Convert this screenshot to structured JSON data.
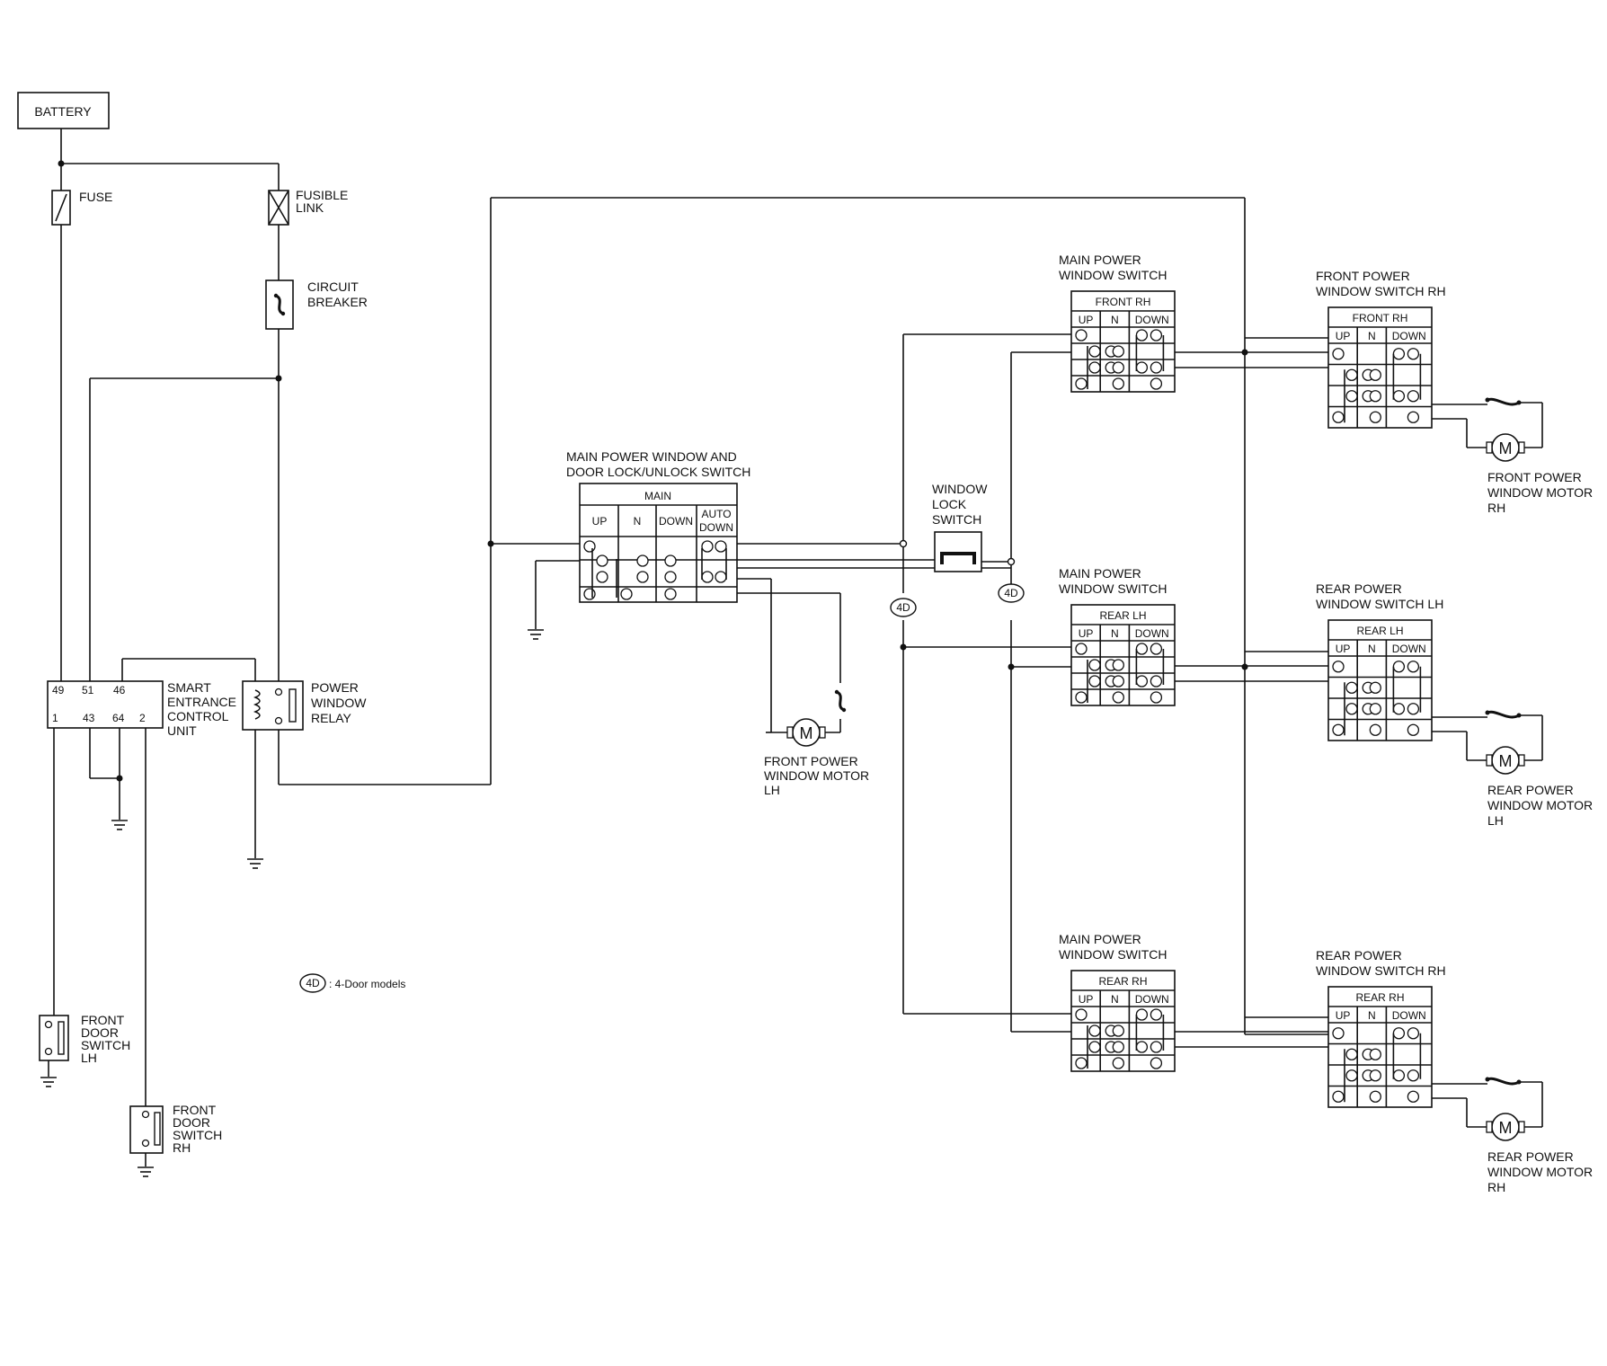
{
  "battery": "BATTERY",
  "fuse": "FUSE",
  "fusible_link": [
    "FUSIBLE",
    "LINK"
  ],
  "circuit_breaker": [
    "CIRCUIT",
    "BREAKER"
  ],
  "power_window_relay": [
    "POWER",
    "WINDOW",
    "RELAY"
  ],
  "control_unit": {
    "label": [
      "SMART",
      "ENTRANCE",
      "CONTROL",
      "UNIT"
    ],
    "pins_top": [
      "49",
      "51",
      "46"
    ],
    "pins_bottom": [
      "1",
      "43",
      "64",
      "2"
    ]
  },
  "front_door_switch_lh": [
    "FRONT",
    "DOOR",
    "SWITCH",
    "LH"
  ],
  "front_door_switch_rh": [
    "FRONT",
    "DOOR",
    "SWITCH",
    "RH"
  ],
  "legend": {
    "badge": "4D",
    "text": ": 4-Door models"
  },
  "main_switch": {
    "title": [
      "MAIN POWER WINDOW AND",
      "DOOR LOCK/UNLOCK SWITCH"
    ],
    "header": "MAIN",
    "cols": [
      "UP",
      "N",
      "DOWN",
      "AUTO",
      "DOWN"
    ]
  },
  "front_motor_lh": [
    "FRONT POWER",
    "WINDOW MOTOR",
    "LH"
  ],
  "window_lock_switch": [
    "WINDOW",
    "LOCK",
    "SWITCH"
  ],
  "badge_4d": "4D",
  "sub_main": [
    {
      "title": [
        "MAIN POWER",
        "WINDOW SWITCH"
      ],
      "header": "FRONT RH",
      "cols": [
        "UP",
        "N",
        "DOWN"
      ]
    },
    {
      "title": [
        "MAIN POWER",
        "WINDOW SWITCH"
      ],
      "header": "REAR LH",
      "cols": [
        "UP",
        "N",
        "DOWN"
      ]
    },
    {
      "title": [
        "MAIN POWER",
        "WINDOW SWITCH"
      ],
      "header": "REAR RH",
      "cols": [
        "UP",
        "N",
        "DOWN"
      ]
    }
  ],
  "door_switches": [
    {
      "title": [
        "FRONT POWER",
        "WINDOW SWITCH RH"
      ],
      "header": "FRONT RH",
      "cols": [
        "UP",
        "N",
        "DOWN"
      ]
    },
    {
      "title": [
        "REAR POWER",
        "WINDOW SWITCH LH"
      ],
      "header": "REAR LH",
      "cols": [
        "UP",
        "N",
        "DOWN"
      ]
    },
    {
      "title": [
        "REAR POWER",
        "WINDOW SWITCH RH"
      ],
      "header": "REAR RH",
      "cols": [
        "UP",
        "N",
        "DOWN"
      ]
    }
  ],
  "motors": [
    [
      "FRONT POWER",
      "WINDOW MOTOR",
      "RH"
    ],
    [
      "REAR POWER",
      "WINDOW MOTOR",
      "LH"
    ],
    [
      "REAR POWER",
      "WINDOW MOTOR",
      "RH"
    ]
  ],
  "motor_symbol": "M"
}
